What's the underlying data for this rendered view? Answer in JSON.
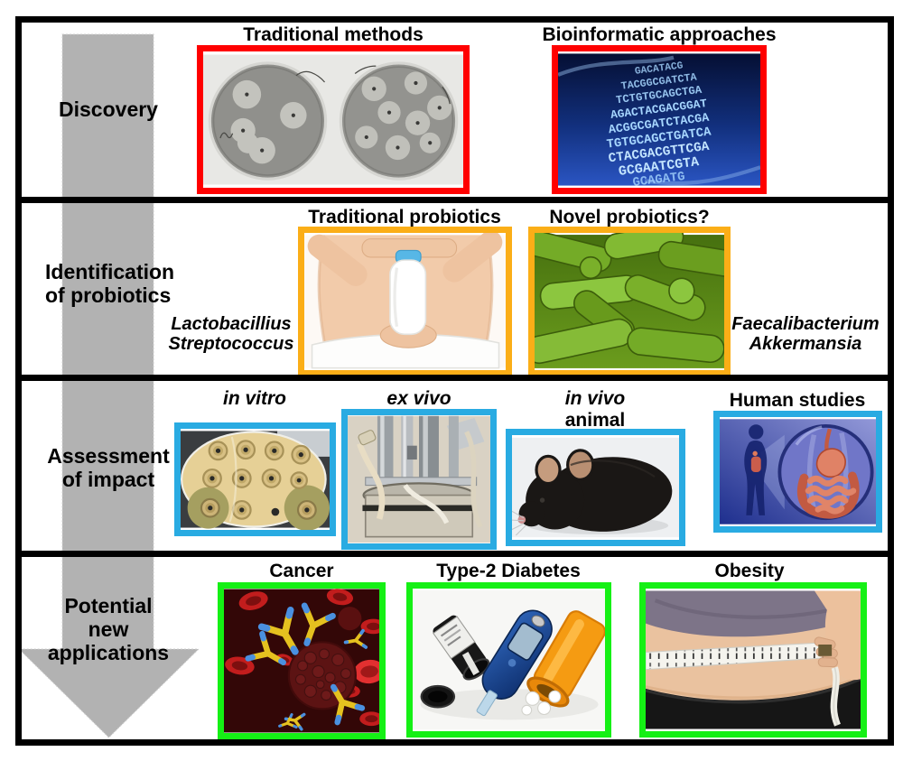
{
  "colors": {
    "red": "#ff0000",
    "orange": "#fbae17",
    "blue": "#29abe2",
    "green": "#15f015",
    "arrow": "#b2b2b2"
  },
  "rows": {
    "discovery": {
      "label": "Discovery",
      "methods_title": "Traditional methods",
      "bioinformatic_title": "Bioinformatic approaches"
    },
    "identification": {
      "label1": "Identification",
      "label2": "of probiotics",
      "traditional_title": "Traditional probiotics",
      "novel_title": "Novel probiotics?",
      "species_left1": "Lactobacillius",
      "species_left2": "Streptococcus",
      "species_right1": "Faecalibacterium",
      "species_right2": "Akkermansia"
    },
    "assessment": {
      "label1": "Assessment",
      "label2": "of impact",
      "invitro": "in vitro",
      "exvivo": "ex vivo",
      "invivo1": "in vivo",
      "invivo2": "animal",
      "human": "Human studies"
    },
    "applications": {
      "label1": "Potential",
      "label2": "new",
      "label3": "applications",
      "cancer": "Cancer",
      "diabetes": "Type-2 Diabetes",
      "obesity": "Obesity"
    }
  },
  "dna": {
    "lines": [
      "GACATACG",
      "TACGGCGATCTA",
      "TCTGTGCAGCTGA",
      "AGACTACGACGGAT",
      "ACGGCGATCTACGA",
      "TGTGCAGCTGATCA",
      "CTACGACGTTCGA",
      "GCGAATCGTA",
      "GCAGATG"
    ]
  }
}
